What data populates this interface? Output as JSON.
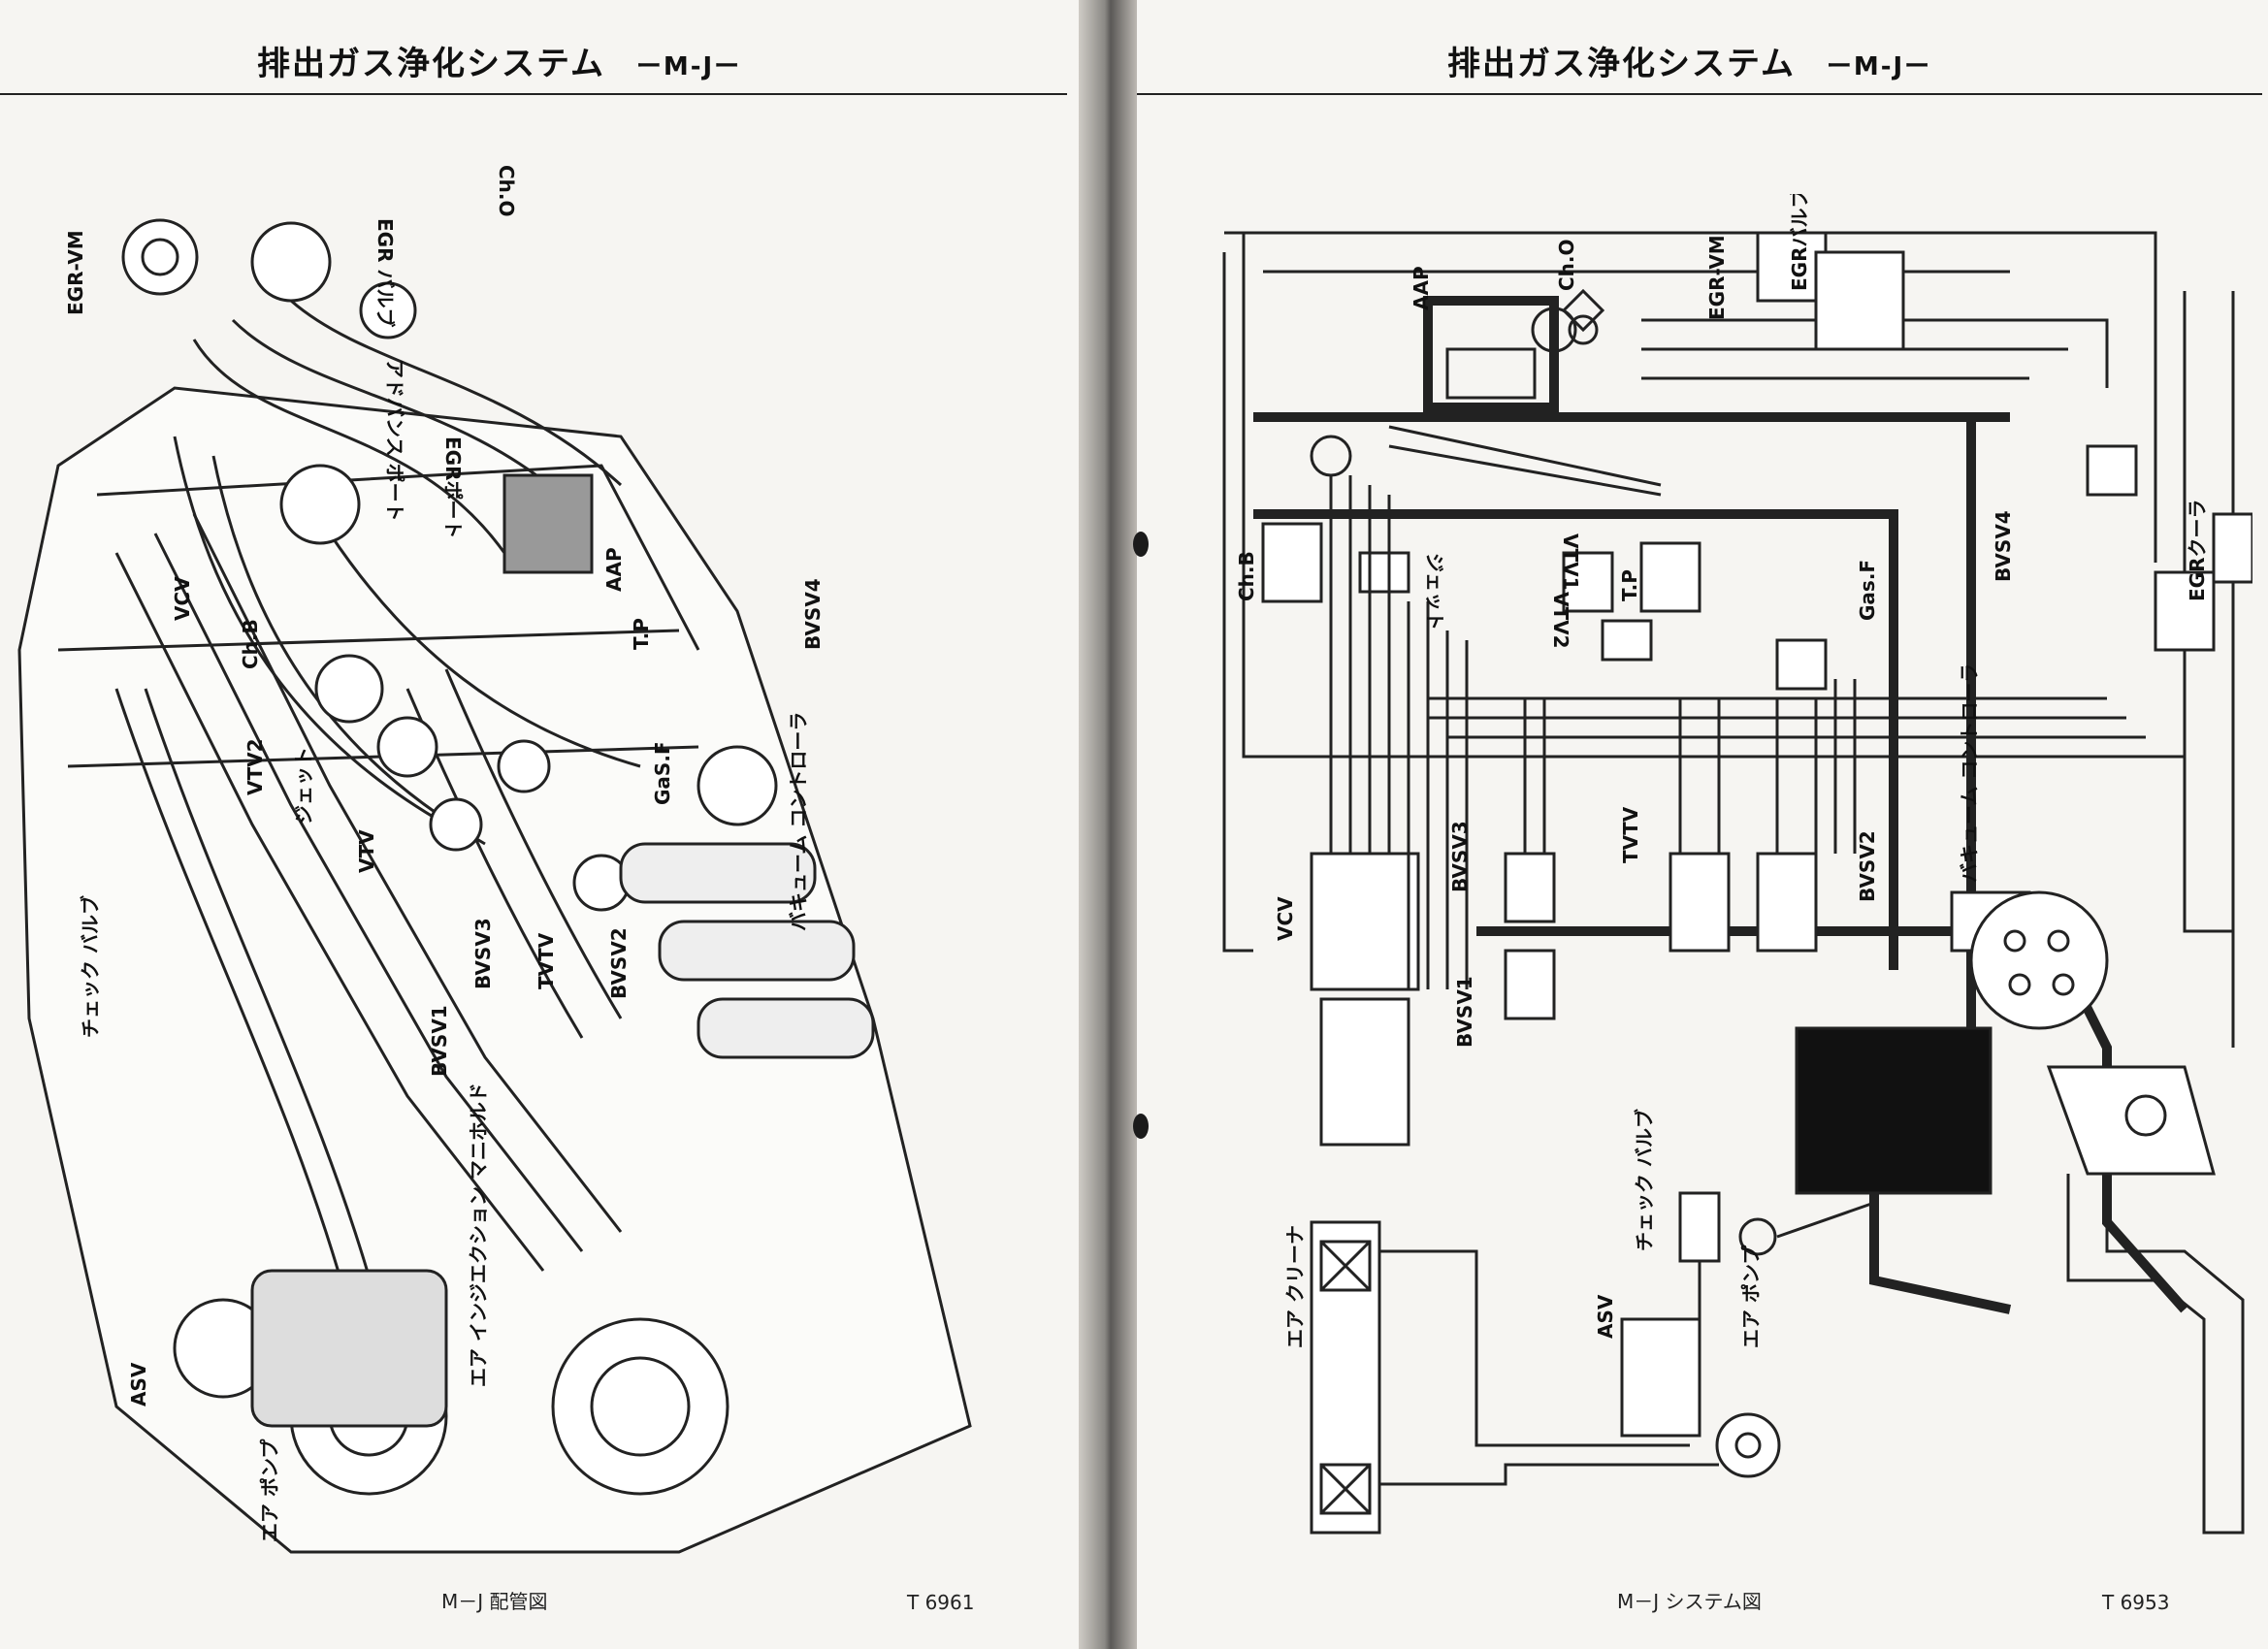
{
  "left_page": {
    "header": {
      "title": "排出ガス浄化システム",
      "code": "ーM-Jー"
    },
    "labels": {
      "egr_vm": "EGR-VM",
      "egr_valve": "EGR バルブ",
      "ch_o": "Ch.O",
      "advance_port": "アドバンス ポート",
      "egr_port": "EGRポート",
      "aap": "AAP",
      "vcv": "VCV",
      "ch_b": "Ch.B",
      "vtv2": "VTV2",
      "jet": "ジェット",
      "vtv": "VTV",
      "tp": "T.P",
      "gas_f": "GaS.F",
      "bvsv4": "BVSV4",
      "vacuum_controller": "バキューム コントローラ",
      "check_valve": "チェック バルブ",
      "bvsv3": "BVSV3",
      "tvtv": "TVTV",
      "bvsv2": "BVSV2",
      "bvsv1": "BVSV1",
      "injection_manifold": "エア インジエクション マニホルド",
      "asv": "ASV",
      "air_pump": "エア ポンプ"
    },
    "footer": {
      "caption": "M－J 配管図",
      "code": "T 6961"
    }
  },
  "right_page": {
    "header": {
      "title": "排出ガス浄化システム",
      "code": "ーM-Jー"
    },
    "labels": {
      "aap": "AAP",
      "ch_o": "Ch.O",
      "egr_vm": "EGR-VM",
      "egr_valve": "EGRバルブ",
      "ch_b": "Ch.B",
      "jet": "ジェット",
      "vtv1": "VTV1",
      "vtv2": "VTV2",
      "tp": "T.P",
      "gas_f": "Gas.F",
      "bvsv4": "BVSV4",
      "egr_cooler": "EGRクーラ",
      "vcv": "VCV",
      "bvsv3": "BVSV3",
      "tvtv": "TVTV",
      "bvsv2": "BVSV2",
      "vacuum_controller": "バキューム コントローラ",
      "bvsv1": "BVSV1",
      "check_valve": "チェック バルブ",
      "asv": "ASV",
      "air_pump": "エア ポンプ",
      "air_cleaner": "エア クリーナ"
    },
    "footer": {
      "caption": "M－J システム図",
      "code": "T 6953"
    }
  }
}
